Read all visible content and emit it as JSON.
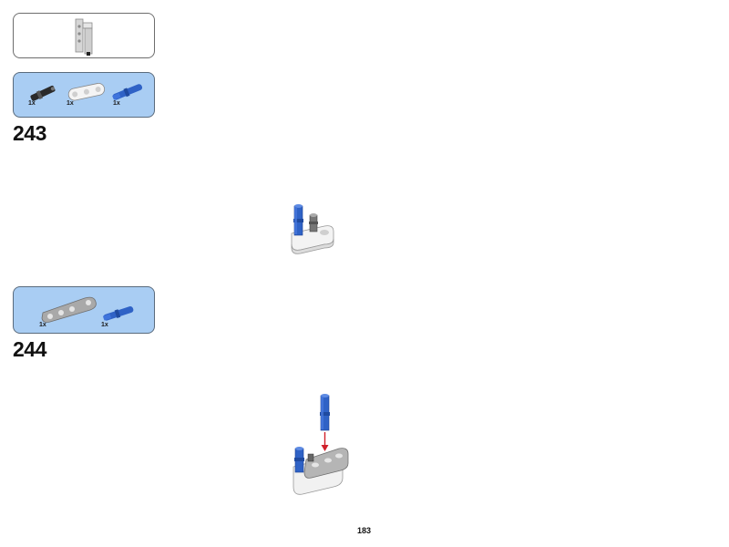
{
  "steps": [
    {
      "number": "243",
      "parts": [
        {
          "qty": "1x",
          "icon": "black-axle-pin-icon"
        },
        {
          "qty": "1x",
          "icon": "white-beam-icon"
        },
        {
          "qty": "1x",
          "icon": "blue-axle-pin-icon"
        }
      ]
    },
    {
      "number": "244",
      "parts": [
        {
          "qty": "1x",
          "icon": "grey-angled-beam-icon"
        },
        {
          "qty": "1x",
          "icon": "blue-axle-pin-icon"
        }
      ]
    }
  ],
  "subassembly_icon": "subassembly-frame-icon",
  "page_number": "183",
  "colors": {
    "parts_box_fill": "#a9cdf3",
    "brick_blue": "#2f62c6",
    "arrow_red": "#d0202a"
  }
}
